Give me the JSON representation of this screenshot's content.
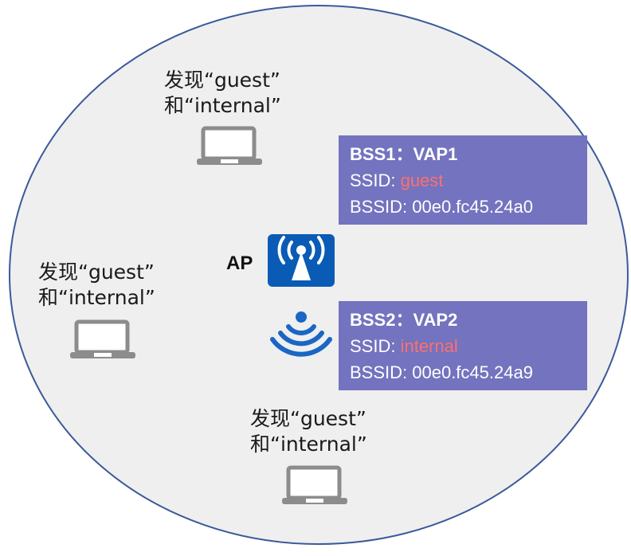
{
  "ap": {
    "label": "AP"
  },
  "clients": [
    {
      "line1": "发现“guest”",
      "line2": "和“internal”"
    },
    {
      "line1": "发现“guest”",
      "line2": "和“internal”"
    },
    {
      "line1": "发现“guest”",
      "line2": "和“internal”"
    }
  ],
  "bss": [
    {
      "title": "BSS1：VAP1",
      "ssid_label": "SSID: ",
      "ssid_value": "guest",
      "bssid_label": "BSSID: ",
      "bssid_value": "00e0.fc45.24a0"
    },
    {
      "title": "BSS2：VAP2",
      "ssid_label": "SSID: ",
      "ssid_value": "internal",
      "bssid_label": "BSSID: ",
      "bssid_value": "00e0.fc45.24a9"
    }
  ],
  "colors": {
    "coverage_fill": "#efefef",
    "coverage_stroke": "#3a5a9a",
    "bss_box": "#7373bf",
    "ssid_highlight": "#ff6f6f",
    "ap_icon": "#0a5bb5"
  }
}
